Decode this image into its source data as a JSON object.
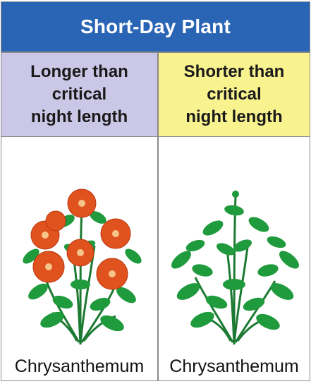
{
  "title": "Short-Day Plant",
  "columns": [
    {
      "header": "Longer than\ncritical\nnight length",
      "caption": "Chrysanthemum",
      "flowering": true
    },
    {
      "header": "Shorter than\ncritical\nnight length",
      "caption": "Chrysanthemum",
      "flowering": false
    }
  ],
  "colors": {
    "title_bar": "#2a64b4",
    "left_header": "#cbc7e6",
    "right_header": "#f8f28f",
    "leaf": "#1f9a3c",
    "flower": "#e0521e"
  }
}
